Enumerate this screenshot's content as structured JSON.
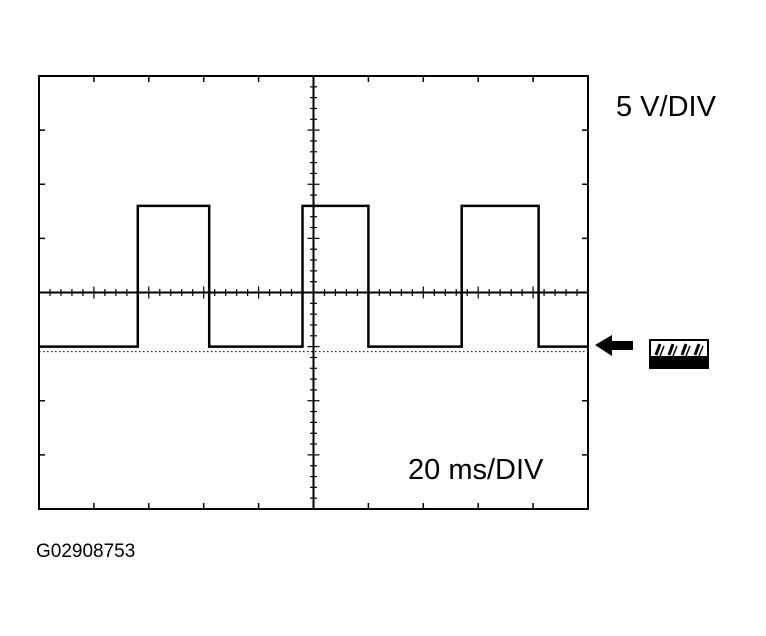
{
  "chart_data": {
    "type": "line",
    "title": "",
    "xlabel": "",
    "ylabel": "",
    "volts_per_div_label": "5 V/DIV",
    "time_per_div_label": "20 ms/DIV",
    "grid": false,
    "x_divisions": 10,
    "y_divisions": 8,
    "xlim": [
      0,
      10
    ],
    "ylim": [
      0,
      8
    ],
    "ground_reference_level": 3.0,
    "series": [
      {
        "x": [
          0,
          1.8,
          1.8,
          3.1,
          3.1,
          4.8,
          4.8,
          6.0,
          6.0,
          7.7,
          7.7,
          9.1,
          9.1,
          10
        ],
        "y": [
          3.0,
          3.0,
          5.6,
          5.6,
          3.0,
          3.0,
          5.6,
          5.6,
          3.0,
          3.0,
          5.6,
          5.6,
          3.0,
          3.0
        ]
      }
    ]
  },
  "marker": {
    "arrow_icon": "left-arrow-icon",
    "ground_symbol_icon": "ground-symbol-icon"
  },
  "figure_id": "G02908753",
  "colors": {
    "ink": "#000000",
    "background": "#ffffff"
  }
}
